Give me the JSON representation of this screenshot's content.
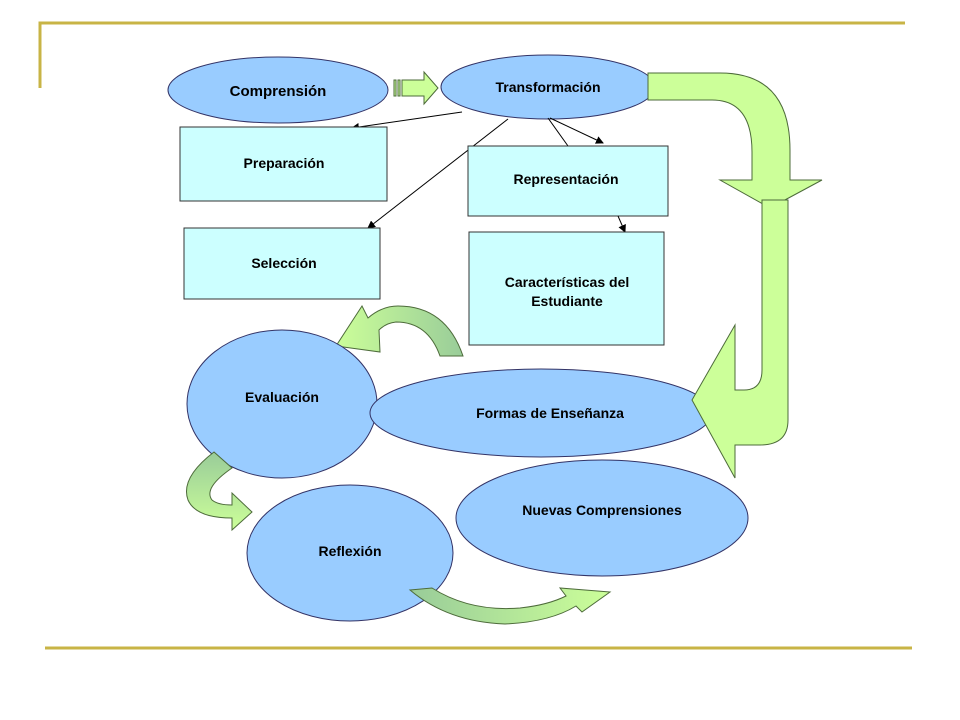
{
  "nodes": {
    "comprension": "Comprensión",
    "transformacion": "Transformación",
    "preparacion": "Preparación",
    "representacion": "Representación",
    "seleccion": "Selección",
    "caracteristicas": [
      "Características del",
      "Estudiante"
    ],
    "evaluacion": "Evaluación",
    "formas_ensenanza": "Formas de Enseñanza",
    "nuevas_comprensiones": "Nuevas Comprensiones",
    "reflexion": "Reflexión"
  },
  "colors": {
    "ellipse_fill": "#99CCFF",
    "box_fill": "#CCFFFF",
    "arrow_light": "#CCFF99",
    "arrow_dark": "#99CC99",
    "rule": "#C8B446"
  }
}
